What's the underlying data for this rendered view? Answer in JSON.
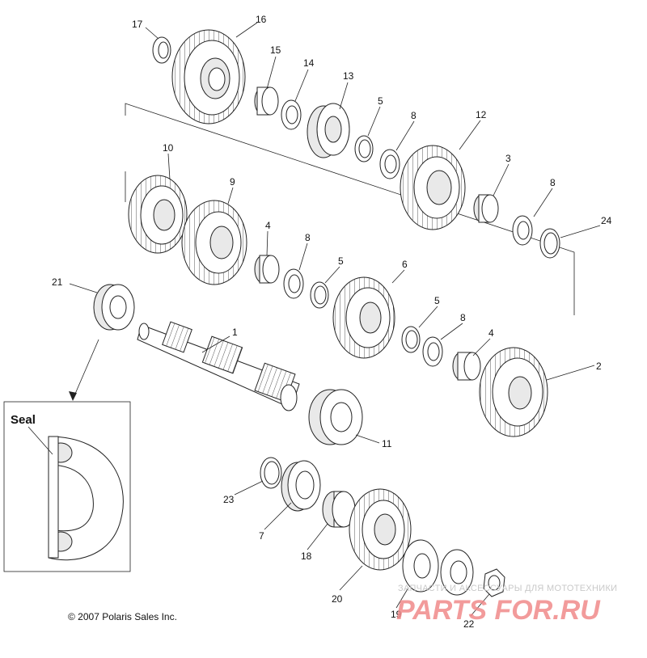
{
  "diagram": {
    "callouts": [
      "1",
      "2",
      "3",
      "4",
      "5",
      "6",
      "7",
      "8",
      "9",
      "10",
      "11",
      "12",
      "13",
      "14",
      "15",
      "16",
      "17",
      "18",
      "19",
      "20",
      "21",
      "22",
      "23",
      "24"
    ],
    "inset": {
      "title": "Seal"
    },
    "copyright": "© 2007 Polaris Sales Inc.",
    "watermark": {
      "tagline": "ЗАПЧАСТИ И АКСЕССУАРЫ ДЛЯ МОТОТЕХНИКИ",
      "brand": "PARTS FOR.RU"
    }
  }
}
